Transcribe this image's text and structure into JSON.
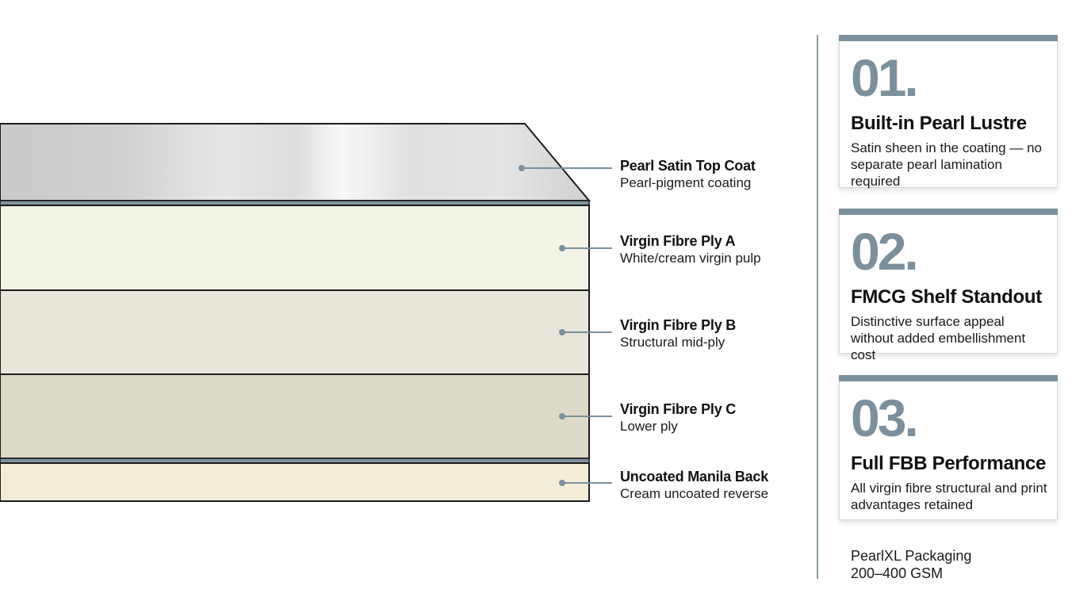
{
  "layers": [
    {
      "id": "top-coat",
      "title": "Pearl Satin Top Coat",
      "subtitle": "Pearl-pigment coating",
      "color": "#d2d4d4"
    },
    {
      "id": "ply-a",
      "title": "Virgin Fibre Ply A",
      "subtitle": "White/cream virgin pulp",
      "color": "#f4f3e8"
    },
    {
      "id": "ply-b",
      "title": "Virgin Fibre Ply B",
      "subtitle": "Structural mid-ply",
      "color": "#e8e5da"
    },
    {
      "id": "ply-c",
      "title": "Virgin Fibre Ply C",
      "subtitle": "Lower ply",
      "color": "#dedac8"
    },
    {
      "id": "manila-back",
      "title": "Uncoated Manila Back",
      "subtitle": "Cream uncoated reverse",
      "color": "#f3edd8"
    }
  ],
  "colors": {
    "accent": "#7a909c",
    "separator": "#7c92a0",
    "outline": "#1c1c1c"
  },
  "cards": [
    {
      "number": "01.",
      "title": "Built-in Pearl Lustre",
      "description": "Satin sheen in the coating — no separate pearl lamination required"
    },
    {
      "number": "02.",
      "title": "FMCG Shelf Standout",
      "description": "Distinctive surface appeal without added embellishment cost"
    },
    {
      "number": "03.",
      "title": "Full FBB Performance",
      "description": "All virgin fibre structural and print advantages retained"
    }
  ],
  "footer": {
    "product": "PearlXL Packaging",
    "range": "200–400 GSM"
  }
}
